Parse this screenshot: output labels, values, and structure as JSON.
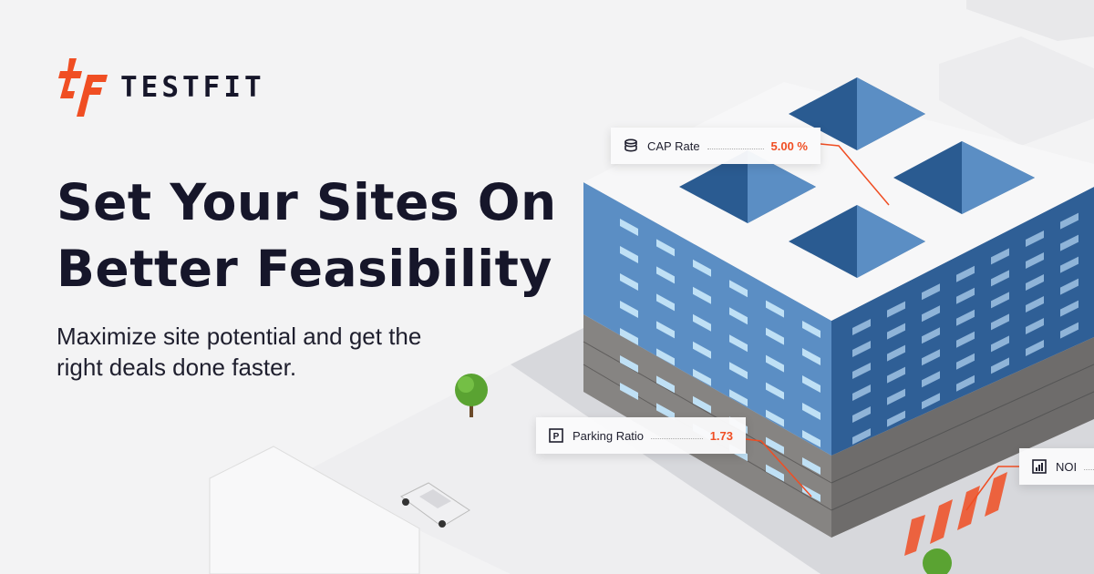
{
  "brand": {
    "name": "TESTFIT",
    "accent": "#f04e23",
    "text_color": "#16162a"
  },
  "hero": {
    "headline_line1": "Set Your Sites On",
    "headline_line2": "Better Feasibility",
    "subheadline_line1": "Maximize site potential and get the",
    "subheadline_line2": "right deals done faster."
  },
  "metrics": [
    {
      "icon": "coins-icon",
      "label": "CAP Rate",
      "value": "5.00 %"
    },
    {
      "icon": "parking-icon",
      "label": "Parking Ratio",
      "value": "1.73"
    },
    {
      "icon": "bar-chart-icon",
      "label": "NOI",
      "value": ""
    }
  ],
  "colors": {
    "facade": "#5b8ec4",
    "facade_dark": "#2a5b91",
    "window": "#bfe0f5",
    "base": "#7d7b7a",
    "roof": "#f7f7f8"
  }
}
